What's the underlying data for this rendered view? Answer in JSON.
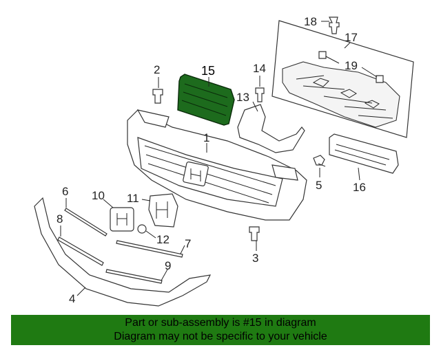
{
  "diagram": {
    "callouts": {
      "c1": "1",
      "c2": "2",
      "c3": "3",
      "c4": "4",
      "c5": "5",
      "c6": "6",
      "c7": "7",
      "c8": "8",
      "c9": "9",
      "c10": "10",
      "c11": "11",
      "c12": "12",
      "c13": "13",
      "c14": "14",
      "c15": "15",
      "c16": "16",
      "c17": "17",
      "c18": "18",
      "c19": "19"
    },
    "highlight_color": "#1d6b1d"
  },
  "banner": {
    "line1": "Part or sub-assembly is #15 in diagram",
    "line2": "Diagram may not be specific to your vehicle",
    "color": "#1f7a12"
  }
}
